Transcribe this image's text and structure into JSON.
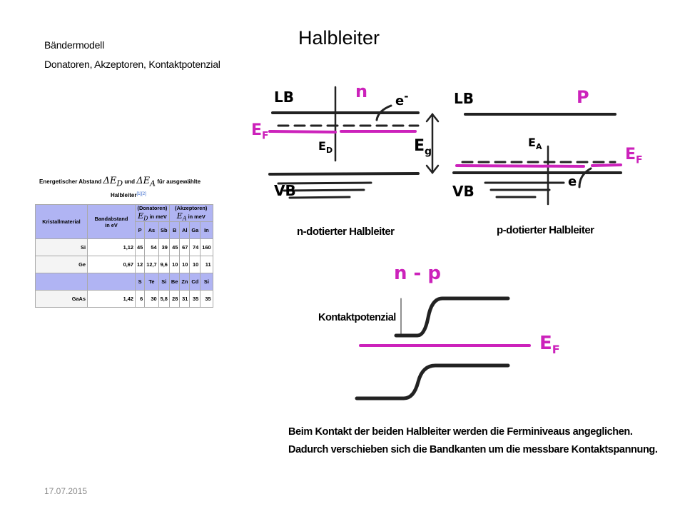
{
  "slide": {
    "title": "Halbleiter",
    "subtitle_line1": "Bändermodell",
    "subtitle_line2": "Donatoren, Akzeptoren, Kontaktpotenzial",
    "date": "17.07.2015"
  },
  "table": {
    "caption_a": "Energetischer Abstand",
    "caption_dE_D": "ΔE",
    "caption_dE_D_sub": "D",
    "caption_und": "und",
    "caption_dE_A": "ΔE",
    "caption_dE_A_sub": "A",
    "caption_b": "für ausgewählte",
    "caption_c": "Halbleiter",
    "caption_ref": "[1][2]",
    "header": {
      "material": "Kristallmaterial",
      "band_gap_line1": "Bandabstand",
      "band_gap_line2": "in eV",
      "donors": "(Donatoren)",
      "acceptors": "(Akzeptoren)",
      "ed_sym": "E",
      "ed_sub": "D",
      "ed_unit": "in meV",
      "ea_sym": "E",
      "ea_sub": "A",
      "ea_unit": "in meV"
    },
    "elem_row1": [
      "P",
      "As",
      "Sb",
      "B",
      "Al",
      "Ga",
      "In"
    ],
    "row_si": [
      "Si",
      "1,12",
      "45",
      "54",
      "39",
      "45",
      "67",
      "74",
      "160"
    ],
    "row_ge": [
      "Ge",
      "0,67",
      "12",
      "12,7",
      "9,6",
      "10",
      "10",
      "10",
      "11"
    ],
    "elem_row2": [
      "S",
      "Te",
      "Si",
      "Be",
      "Zn",
      "Cd",
      "Si"
    ],
    "row_gaas": [
      "GaAs",
      "1,42",
      "6",
      "30",
      "5,8",
      "28",
      "31",
      "35",
      "35"
    ]
  },
  "diagram": {
    "n_label": "n",
    "p_label": "P",
    "lb_left": "LB",
    "lb_right": "LB",
    "vb_left": "VB",
    "vb_right": "VB",
    "ef_left": "E",
    "ef_left_sub": "F",
    "ef_right": "E",
    "ef_right_sub": "F",
    "ed": "E",
    "ed_sub": "D",
    "ea": "E",
    "ea_sub": "A",
    "eg": "E",
    "eg_sub": "g",
    "electron": "e",
    "electron_sign": "-",
    "hole_sym": "e",
    "np_label": "n - p",
    "ef_center": "E",
    "ef_center_sub": "F",
    "caption_n": "n-dotierter Halbleiter",
    "caption_p": "p-dotierter Halbleiter",
    "caption_kp": "Kontaktpotenzial",
    "conclusion_1": "Beim Kontakt der beiden Halbleiter werden die Ferminiveaus angeglichen.",
    "conclusion_2": "Dadurch verschieben sich die Bandkanten um die messbare Kontaktspannung."
  },
  "colors": {
    "magenta": "#cc22bb",
    "table_header": "#b0b4f3"
  }
}
